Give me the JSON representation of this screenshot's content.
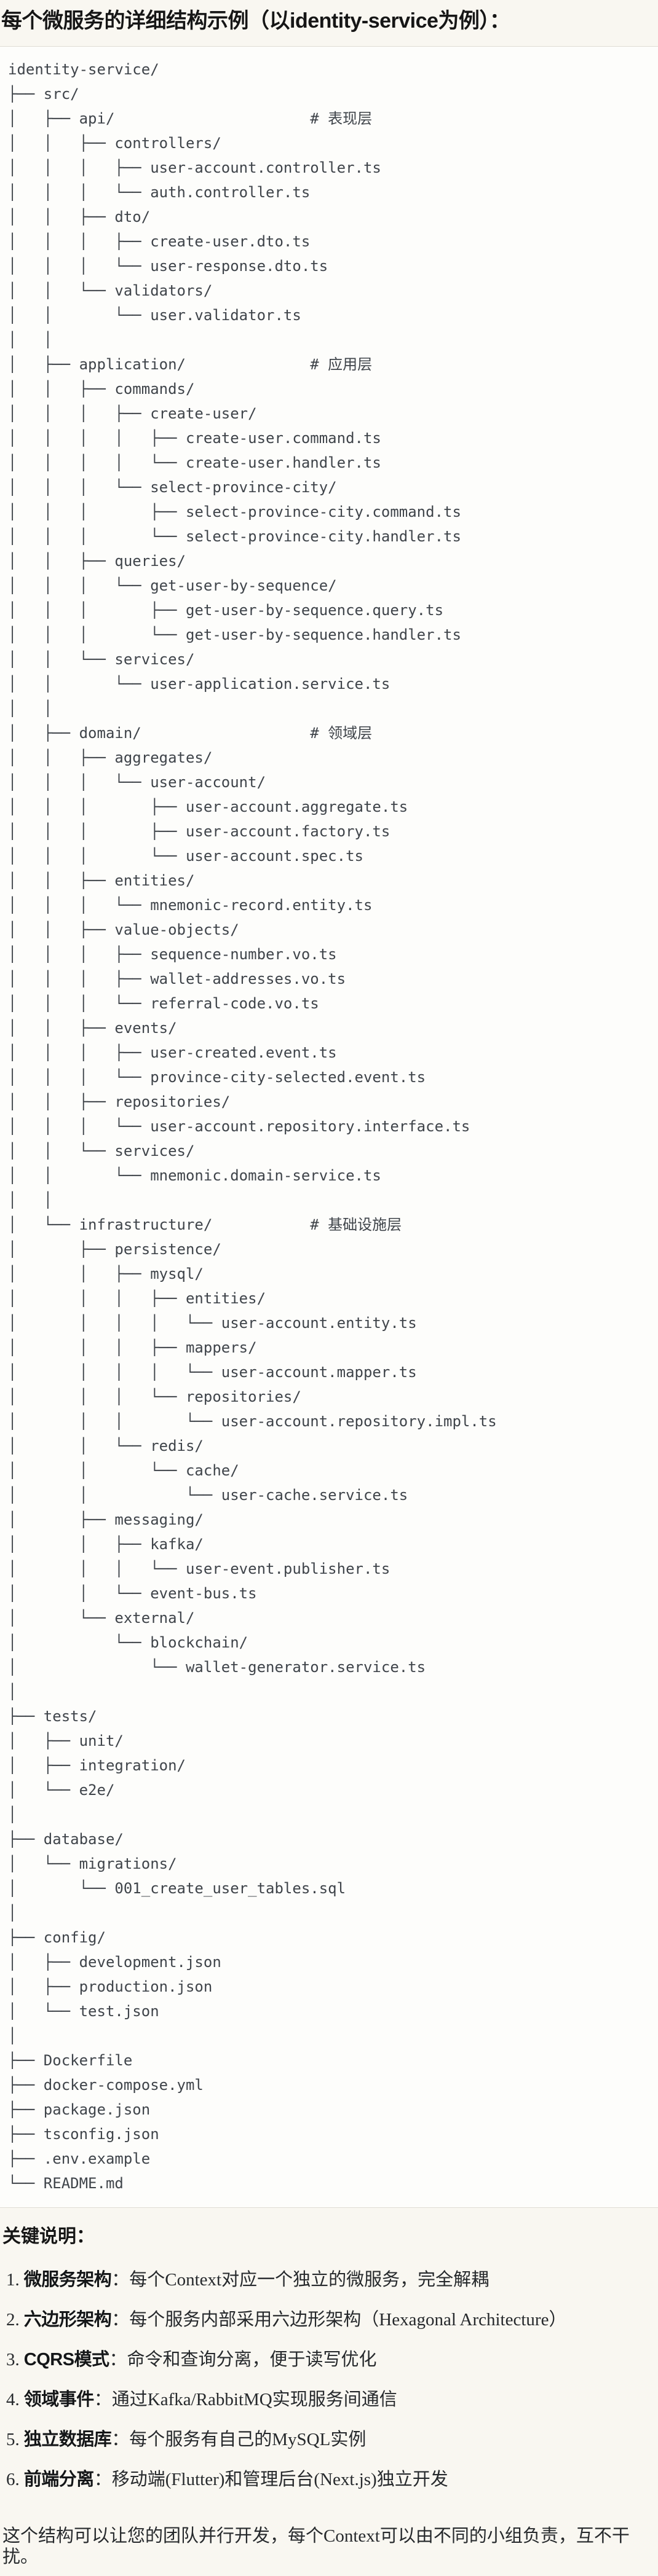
{
  "title": "每个微服务的详细结构示例（以identity-service为例）：",
  "tree": {
    "language": "plaintext-directory-tree",
    "lines": [
      "identity-service/",
      "├── src/",
      "│   ├── api/                      # 表现层",
      "│   │   ├── controllers/",
      "│   │   │   ├── user-account.controller.ts",
      "│   │   │   └── auth.controller.ts",
      "│   │   ├── dto/",
      "│   │   │   ├── create-user.dto.ts",
      "│   │   │   └── user-response.dto.ts",
      "│   │   └── validators/",
      "│   │       └── user.validator.ts",
      "│   │",
      "│   ├── application/              # 应用层",
      "│   │   ├── commands/",
      "│   │   │   ├── create-user/",
      "│   │   │   │   ├── create-user.command.ts",
      "│   │   │   │   └── create-user.handler.ts",
      "│   │   │   └── select-province-city/",
      "│   │   │       ├── select-province-city.command.ts",
      "│   │   │       └── select-province-city.handler.ts",
      "│   │   ├── queries/",
      "│   │   │   └── get-user-by-sequence/",
      "│   │   │       ├── get-user-by-sequence.query.ts",
      "│   │   │       └── get-user-by-sequence.handler.ts",
      "│   │   └── services/",
      "│   │       └── user-application.service.ts",
      "│   │",
      "│   ├── domain/                   # 领域层",
      "│   │   ├── aggregates/",
      "│   │   │   └── user-account/",
      "│   │   │       ├── user-account.aggregate.ts",
      "│   │   │       ├── user-account.factory.ts",
      "│   │   │       └── user-account.spec.ts",
      "│   │   ├── entities/",
      "│   │   │   └── mnemonic-record.entity.ts",
      "│   │   ├── value-objects/",
      "│   │   │   ├── sequence-number.vo.ts",
      "│   │   │   ├── wallet-addresses.vo.ts",
      "│   │   │   └── referral-code.vo.ts",
      "│   │   ├── events/",
      "│   │   │   ├── user-created.event.ts",
      "│   │   │   └── province-city-selected.event.ts",
      "│   │   ├── repositories/",
      "│   │   │   └── user-account.repository.interface.ts",
      "│   │   └── services/",
      "│   │       └── mnemonic.domain-service.ts",
      "│   │",
      "│   └── infrastructure/           # 基础设施层",
      "│       ├── persistence/",
      "│       │   ├── mysql/",
      "│       │   │   ├── entities/",
      "│       │   │   │   └── user-account.entity.ts",
      "│       │   │   ├── mappers/",
      "│       │   │   │   └── user-account.mapper.ts",
      "│       │   │   └── repositories/",
      "│       │   │       └── user-account.repository.impl.ts",
      "│       │   └── redis/",
      "│       │       └── cache/",
      "│       │           └── user-cache.service.ts",
      "│       ├── messaging/",
      "│       │   ├── kafka/",
      "│       │   │   └── user-event.publisher.ts",
      "│       │   └── event-bus.ts",
      "│       └── external/",
      "│           └── blockchain/",
      "│               └── wallet-generator.service.ts",
      "│",
      "├── tests/",
      "│   ├── unit/",
      "│   ├── integration/",
      "│   └── e2e/",
      "│",
      "├── database/",
      "│   └── migrations/",
      "│       └── 001_create_user_tables.sql",
      "│",
      "├── config/",
      "│   ├── development.json",
      "│   ├── production.json",
      "│   └── test.json",
      "│",
      "├── Dockerfile",
      "├── docker-compose.yml",
      "├── package.json",
      "├── tsconfig.json",
      "├── .env.example",
      "└── README.md"
    ]
  },
  "notes": {
    "heading": "关键说明：",
    "items": [
      {
        "num": "1.",
        "label": "微服务架构",
        "text": "：每个Context对应一个独立的微服务，完全解耦"
      },
      {
        "num": "2.",
        "label": "六边形架构",
        "text": "：每个服务内部采用六边形架构（Hexagonal Architecture）"
      },
      {
        "num": "3.",
        "label": "CQRS模式",
        "text": "：命令和查询分离，便于读写优化"
      },
      {
        "num": "4.",
        "label": "领域事件",
        "text": "：通过Kafka/RabbitMQ实现服务间通信"
      },
      {
        "num": "5.",
        "label": "独立数据库",
        "text": "：每个服务有自己的MySQL实例"
      },
      {
        "num": "6.",
        "label": "前端分离",
        "text": "：移动端(Flutter)和管理后台(Next.js)独立开发"
      }
    ],
    "footer": "这个结构可以让您的团队并行开发，每个Context可以由不同的小组负责，互不干扰。"
  }
}
